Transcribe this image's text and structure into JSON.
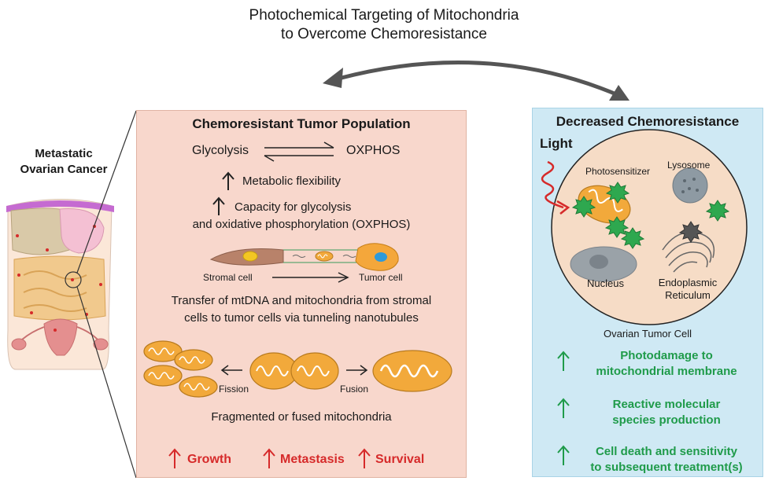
{
  "title_line1": "Photochemical Targeting of Mitochondria",
  "title_line2": "to Overcome Chemoresistance",
  "left": {
    "title_line1": "Metastatic",
    "title_line2": "Ovarian Cancer"
  },
  "middle": {
    "title": "Chemoresistant Tumor Population",
    "glycolysis": "Glycolysis",
    "oxphos": "OXPHOS",
    "metabolic": "Metabolic flexibility",
    "capacity_line1": "Capacity for glycolysis",
    "capacity_line2": "and oxidative phosphorylation (OXPHOS)",
    "stromal": "Stromal cell",
    "tumor": "Tumor cell",
    "transfer_line1": "Transfer of mtDNA and mitochondria from stromal",
    "transfer_line2": "cells to tumor cells via tunneling nanotubules",
    "fission": "Fission",
    "fusion": "Fusion",
    "fragmented": "Fragmented or fused mitochondria",
    "outcomes": [
      "Growth",
      "Metastasis",
      "Survival"
    ]
  },
  "right": {
    "title": "Decreased Chemoresistance",
    "light": "Light",
    "photosensitizer": "Photosensitizer",
    "lysosome": "Lysosome",
    "nucleus": "Nucleus",
    "er_line1": "Endoplasmic",
    "er_line2": "Reticulum",
    "cell": "Ovarian Tumor Cell",
    "effects": [
      {
        "line1": "Photodamage to",
        "line2": "mitochondrial membrane"
      },
      {
        "line1": "Reactive molecular",
        "line2": "species production"
      },
      {
        "line1": "Cell death and sensitivity",
        "line2": "to subsequent treatment(s)"
      }
    ]
  },
  "colors": {
    "pink_panel": "#f8d7cc",
    "blue_panel": "#cfe9f4",
    "green": "#1f9b4a",
    "red": "#d62a2a",
    "mito": "#f2a93b"
  }
}
